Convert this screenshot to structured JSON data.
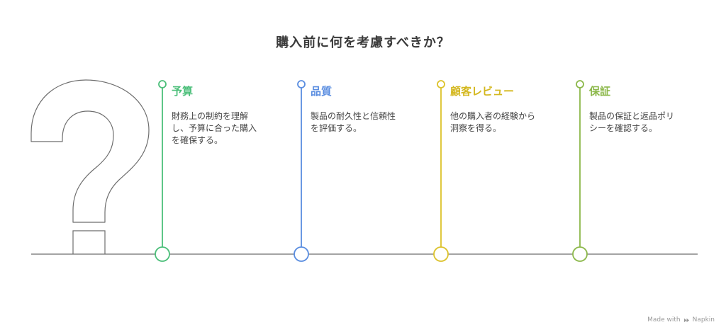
{
  "title": "購入前に何を考慮すべきか？",
  "steps": [
    {
      "title": "予算",
      "description": "財務上の制約を理解\nし、予算に合った購入\nを確保する。",
      "color": "#4cbf7a"
    },
    {
      "title": "品質",
      "description": "製品の耐久性と信頼性\nを評価する。",
      "color": "#5a8de0"
    },
    {
      "title": "顧客レビュー",
      "description": "他の購入者の経験から\n洞察を得る。",
      "color": "#dcc22a"
    },
    {
      "title": "保証",
      "description": "製品の保証と返品ポリ\nシーを確認する。",
      "color": "#8cb84a"
    }
  ],
  "icons": {
    "question_mark": "question-mark-icon",
    "napkin_logo": "napkin-logo-icon"
  },
  "credit": {
    "prefix": "Made with",
    "brand": "Napkin"
  }
}
